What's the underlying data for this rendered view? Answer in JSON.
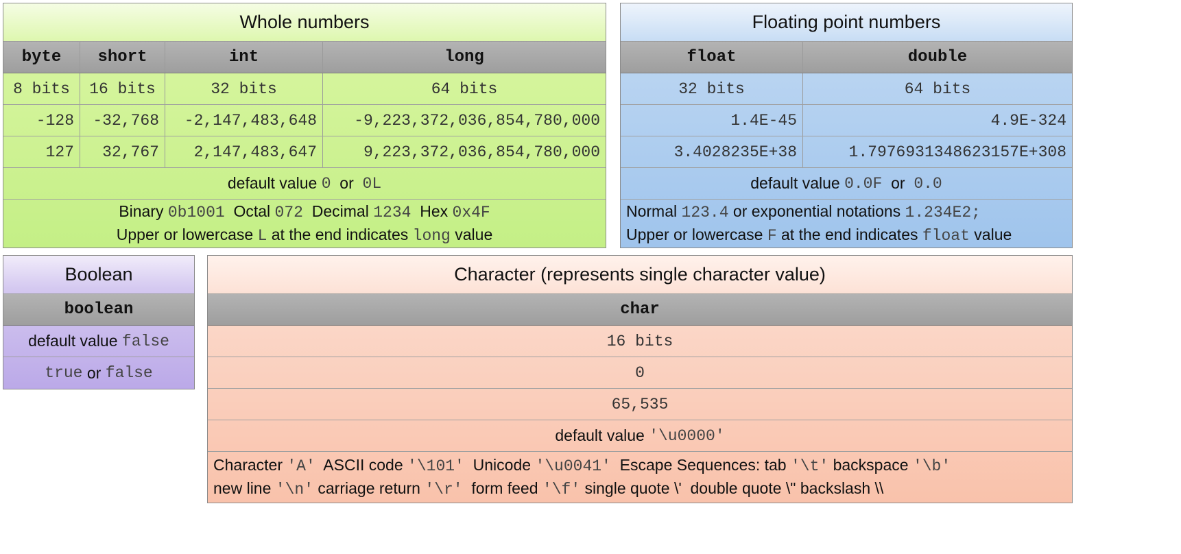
{
  "whole": {
    "title": "Whole numbers",
    "headers": [
      "byte",
      "short",
      "int",
      "long"
    ],
    "bits": [
      "8 bits",
      "16 bits",
      "32 bits",
      "64 bits"
    ],
    "min": [
      "-128",
      "-32,768",
      "-2,147,483,648",
      "-9,223,372,036,854,780,000"
    ],
    "max": [
      "127",
      "32,767",
      "2,147,483,647",
      "9,223,372,036,854,780,000"
    ],
    "default_label": "default value",
    "default_a": "0",
    "default_or": "or",
    "default_b": "0L",
    "binary_label": "Binary",
    "binary_value": "0b1001",
    "octal_label": "Octal",
    "octal_value": "072",
    "decimal_label": "Decimal",
    "decimal_value": "1234",
    "hex_label": "Hex",
    "hex_value": "0x4F",
    "suffix_pre": "Upper or lowercase",
    "suffix_letter": "L",
    "suffix_mid": "at the end indicates",
    "suffix_type": "long",
    "suffix_post": "value"
  },
  "float": {
    "title": "Floating point numbers",
    "headers": [
      "float",
      "double"
    ],
    "bits": [
      "32 bits",
      "64 bits"
    ],
    "min": [
      "1.4E-45",
      "4.9E-324"
    ],
    "max": [
      "3.4028235E+38",
      "1.7976931348623157E+308"
    ],
    "default_label": "default value",
    "default_a": "0.0F",
    "default_or": "or",
    "default_b": "0.0",
    "normal_label": "Normal",
    "normal_value": "123.4",
    "exp_label": "or exponential notations",
    "exp_value": "1.234E2;",
    "suffix_pre": "Upper or lowercase",
    "suffix_letter": "F",
    "suffix_mid": "at the end indicates",
    "suffix_type": "float",
    "suffix_post": "value"
  },
  "boolean": {
    "title": "Boolean",
    "header": "boolean",
    "default_label": "default value",
    "default_value": "false",
    "values_a": "true",
    "values_or": "or",
    "values_b": "false"
  },
  "character": {
    "title": "Character (represents single character value)",
    "header": "char",
    "bits": "16 bits",
    "min": "0",
    "max": "65,535",
    "default_label": "default value",
    "default_value": "'\\u0000'",
    "line1": [
      {
        "t": "Character ",
        "m": false
      },
      {
        "t": "'A'",
        "m": true
      },
      {
        "t": "  ASCII code ",
        "m": false
      },
      {
        "t": "'\\101'",
        "m": true
      },
      {
        "t": "  Unicode ",
        "m": false
      },
      {
        "t": "'\\u0041'",
        "m": true
      },
      {
        "t": "  Escape Sequences: tab ",
        "m": false
      },
      {
        "t": "'\\t'",
        "m": true
      },
      {
        "t": " backspace ",
        "m": false
      },
      {
        "t": "'\\b'",
        "m": true
      }
    ],
    "line2": [
      {
        "t": "new line ",
        "m": false
      },
      {
        "t": "'\\n'",
        "m": true
      },
      {
        "t": " carriage return ",
        "m": false
      },
      {
        "t": "'\\r'",
        "m": true
      },
      {
        "t": "  form feed ",
        "m": false
      },
      {
        "t": "'\\f'",
        "m": true
      },
      {
        "t": " single quote \\'  double quote \\\" backslash \\\\",
        "m": false
      }
    ]
  }
}
